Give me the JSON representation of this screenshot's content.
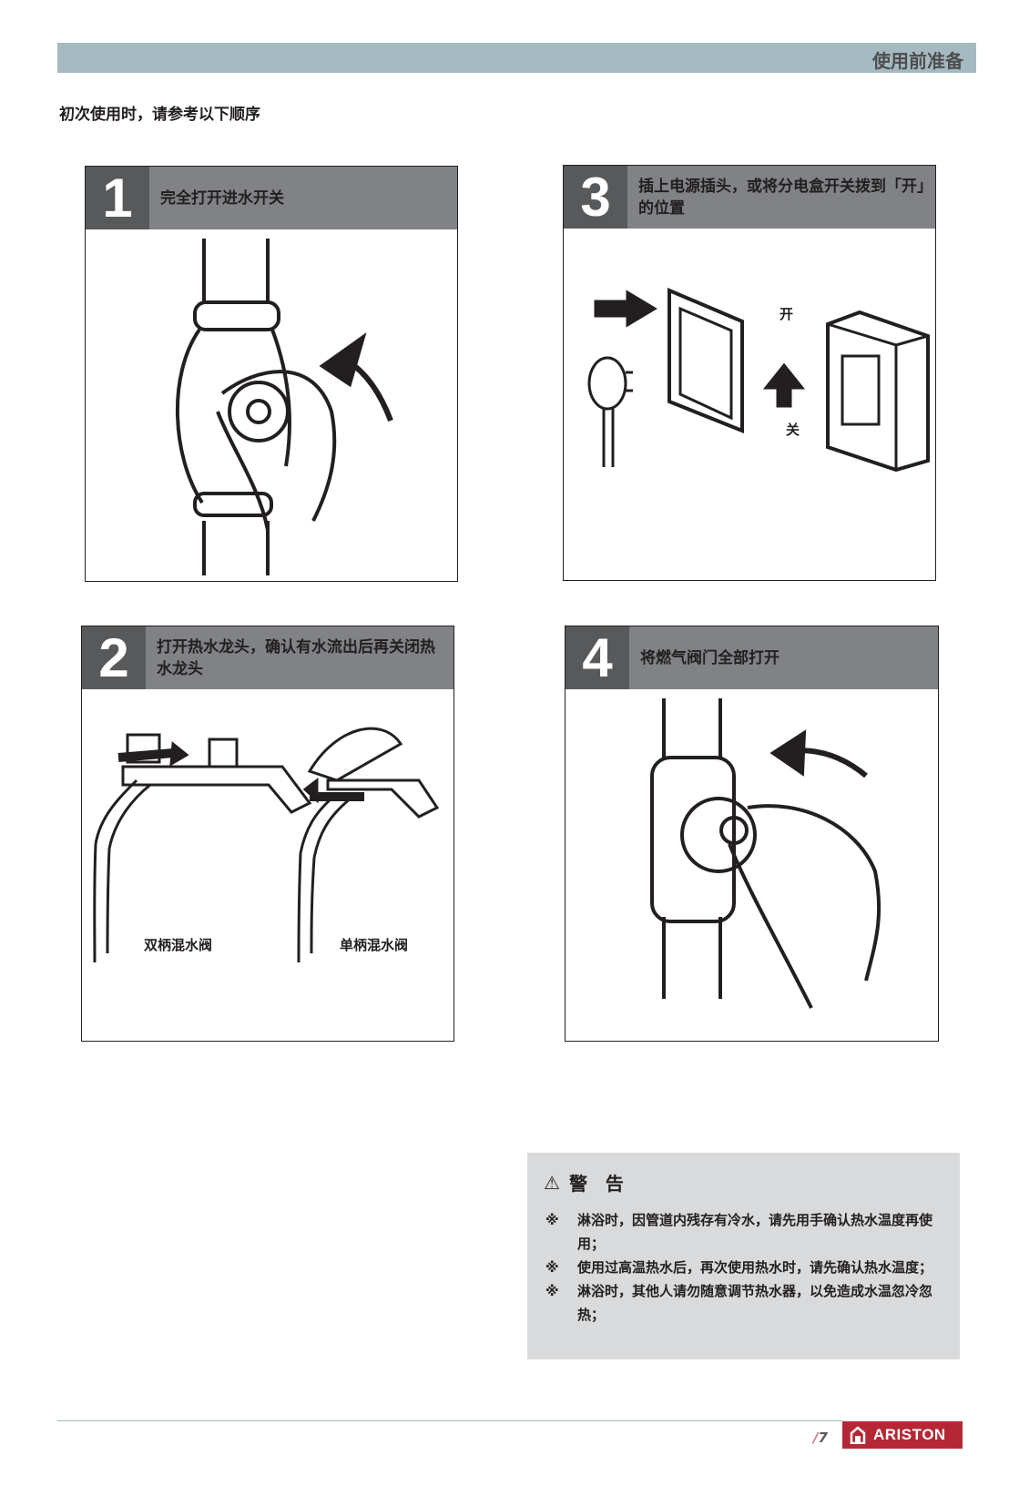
{
  "header": {
    "section_title": "使用前准备"
  },
  "intro": "初次使用时，请参考以下顺序",
  "steps": [
    {
      "number": "1",
      "title": "完全打开进水开关"
    },
    {
      "number": "2",
      "title": "打开热水龙头，确认有水流出后再关闭热水龙头",
      "labels": [
        "双柄混水阀",
        "单柄混水阀"
      ]
    },
    {
      "number": "3",
      "title": "插上电源插头，或将分电盒开关拨到「开」的位置",
      "labels": [
        "开",
        "关"
      ]
    },
    {
      "number": "4",
      "title": "将燃气阀门全部打开"
    }
  ],
  "warning": {
    "title": "警　告",
    "marker": "※",
    "items": [
      "淋浴时，因管道内残存有冷水，请先用手确认热水温度再使用；",
      "使用过高温热水后，再次使用热水时，请先确认热水温度；",
      "淋浴时，其他人请勿随意调节热水器，以免造成水温忽冷忽热；"
    ]
  },
  "footer": {
    "page": "7",
    "brand": "ARISTON",
    "brand_color": "#b52735"
  }
}
